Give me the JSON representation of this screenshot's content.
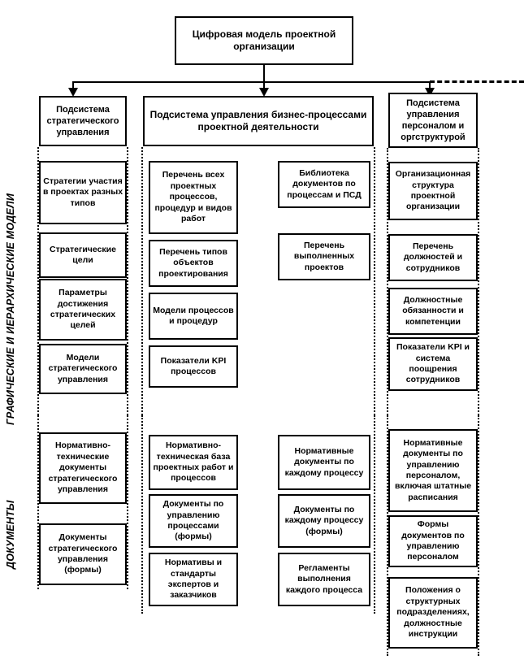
{
  "diagram": {
    "root": {
      "label": "Цифровая модель проектной организации"
    },
    "side_labels": [
      {
        "id": "models",
        "label": "ГРАФИЧЕСКИЕ И ИЕРАРХИЧЕСКИЕ МОДЕЛИ"
      },
      {
        "id": "documents",
        "label": "ДОКУМЕНТЫ"
      }
    ],
    "columns": [
      {
        "id": "strategic",
        "header": "Подсистема стратегического управления",
        "models": [
          "Стратегии участия в проектах разных типов",
          "Стратегические цели",
          "Параметры достижения стратегических целей",
          "Модели стратегического управления"
        ],
        "documents": [
          "Нормативно-технические документы стратегического управления",
          "Документы стратегического управления (формы)"
        ]
      },
      {
        "id": "business-processes",
        "header": "Подсистема управления бизнес-процессами проектной деятельности",
        "models_left": [
          "Перечень всех проектных процессов, процедур и видов работ",
          "Перечень типов объектов проектирования",
          "Модели процессов и процедур",
          "Показатели KPI процессов"
        ],
        "models_right": [
          "Библиотека документов по процессам и ПСД",
          "Перечень выполненных проектов"
        ],
        "documents_left": [
          "Нормативно-техническая база проектных работ и процессов",
          "Документы по управлению процессами (формы)",
          "Нормативы и стандарты экспертов и заказчиков"
        ],
        "documents_right": [
          "Нормативные документы по каждому процессу",
          "Документы по каждому процессу (формы)",
          "Регламенты выполнения каждого процесса"
        ]
      },
      {
        "id": "personnel",
        "header": "Подсистема управления персоналом и оргструктурой",
        "models": [
          "Организационная структура проектной организации",
          "Перечень должностей и сотрудников",
          "Должностные обязанности и компетенции",
          "Показатели KPI и система поощрения сотрудников"
        ],
        "documents": [
          "Нормативные документы по управлению персоналом, включая штатные расписания",
          "Формы документов по управлению персоналом",
          "Положения о структурных подразделениях, должностные инструкции"
        ]
      }
    ],
    "colors": {
      "line": "#000000",
      "box_fill": "#ffffff",
      "page": "#ffffff"
    }
  }
}
